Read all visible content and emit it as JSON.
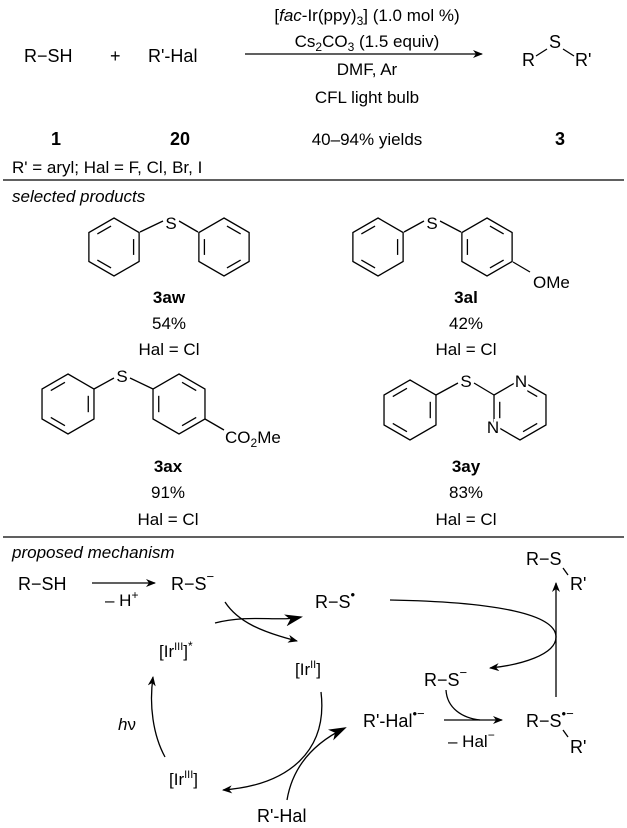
{
  "scheme": {
    "reactant1": "R−SH",
    "plus": "+",
    "reactant2": "R'-Hal",
    "conditions": {
      "catalyst": {
        "open": "[",
        "italic": "fac",
        "name": "-Ir(ppy)",
        "sub": "3",
        "close": "] (1.0 mol %)"
      },
      "base": {
        "a": "Cs",
        "sub1": "2",
        "b": "CO",
        "sub2": "3",
        "c": " (1.5 equiv)"
      },
      "solvent": "DMF, Ar",
      "light": "CFL light bulb"
    },
    "product": {
      "r": "R",
      "s": "S",
      "r2": "R'"
    },
    "labels": {
      "reactant1": "1",
      "reactant2": "20",
      "yields": "40–94% yields",
      "product": "3"
    },
    "note": "R' = aryl; Hal = F, Cl, Br, I"
  },
  "products": {
    "title": "selected products",
    "items": [
      {
        "id": "3aw",
        "yield": "54%",
        "hal": "Hal = Cl",
        "sulfur": "S"
      },
      {
        "id": "3al",
        "yield": "42%",
        "hal": "Hal = Cl",
        "sulfur": "S",
        "substituent": "OMe"
      },
      {
        "id": "3ax",
        "yield": "91%",
        "hal": "Hal = Cl",
        "sulfur": "S",
        "substituent": {
          "a": "CO",
          "sub": "2",
          "b": "Me"
        }
      },
      {
        "id": "3ay",
        "yield": "83%",
        "hal": "Hal = Cl",
        "sulfur": "S",
        "n1": "N",
        "n2": "N"
      }
    ]
  },
  "mechanism": {
    "title": "proposed mechanism",
    "thiol": "R−SH",
    "deprotonation": {
      "text": "– H",
      "sup": "+"
    },
    "thiolate": {
      "text": "R−S",
      "sup": "−"
    },
    "thiyl_radical": {
      "text": "R−S",
      "sup": "•"
    },
    "ir3_excited": {
      "a": "[Ir",
      "sup": "III",
      "b": "]",
      "sup2": "*"
    },
    "ir2": {
      "a": "[Ir",
      "sup": "II",
      "b": "]"
    },
    "ir3": {
      "a": "[Ir",
      "sup": "III",
      "b": "]"
    },
    "light": {
      "h": "h",
      "nu": "ν"
    },
    "aryl_halide": "R'-Hal",
    "radical_anion": {
      "text": "R'-Hal",
      "sup": "•−"
    },
    "thiolate2": {
      "text": "R−S",
      "sup": "−"
    },
    "halide_loss": {
      "text": "– Hal",
      "sup": "−"
    },
    "adduct": {
      "text": "R−S",
      "sup": "•−",
      "r2": "R'"
    },
    "final_product": {
      "text": "R−S",
      "r2": "R'"
    }
  }
}
